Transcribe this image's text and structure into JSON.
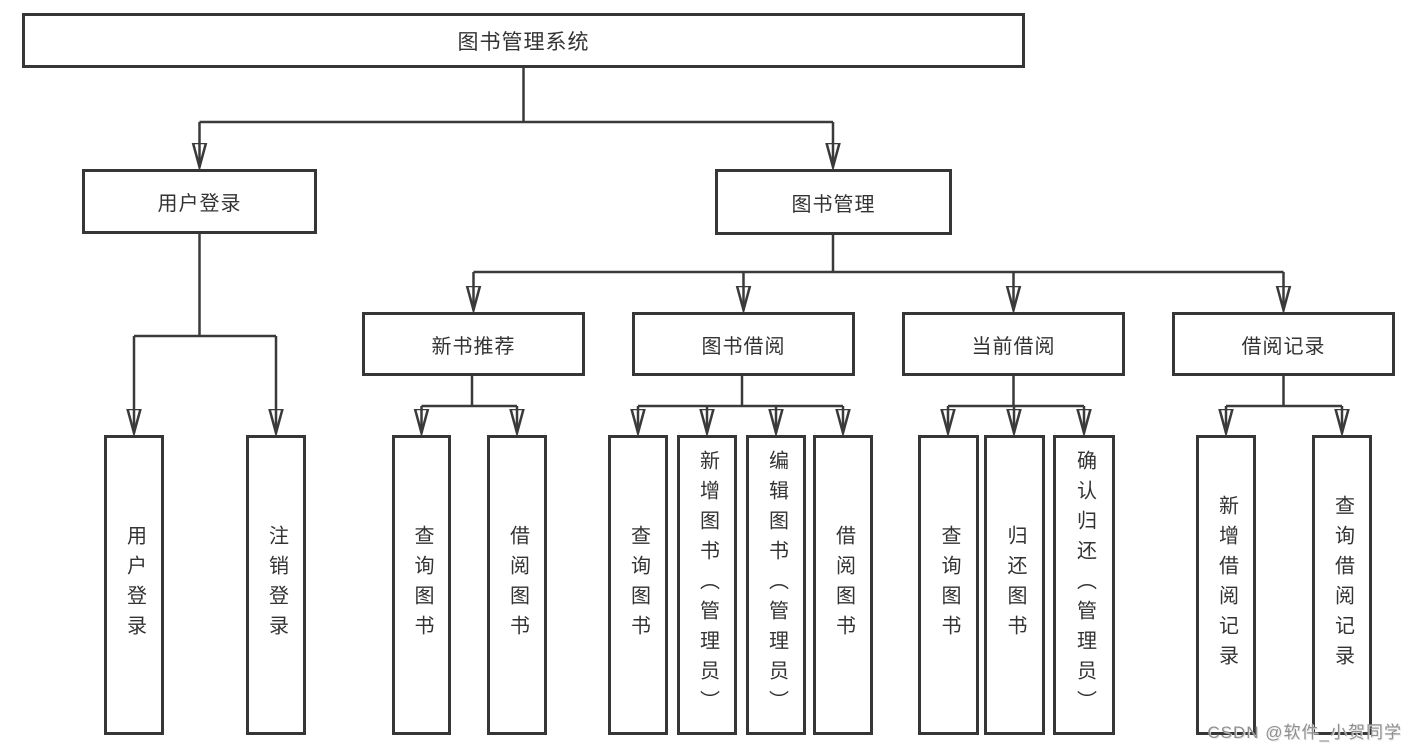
{
  "diagram": {
    "root": {
      "label": "图书管理系统"
    },
    "level2": [
      {
        "label": "用户登录"
      },
      {
        "label": "图书管理"
      }
    ],
    "level3": [
      {
        "label": "新书推荐"
      },
      {
        "label": "图书借阅"
      },
      {
        "label": "当前借阅"
      },
      {
        "label": "借阅记录"
      }
    ],
    "leaves": {
      "user_login": [
        {
          "label": "用户登录"
        },
        {
          "label": "注销登录"
        }
      ],
      "new_book_recommendation": [
        {
          "label": "查询图书"
        },
        {
          "label": "借阅图书"
        }
      ],
      "book_borrowing": [
        {
          "label": "查询图书"
        },
        {
          "label": "新增图书（管理员）"
        },
        {
          "label": "编辑图书（管理员）"
        },
        {
          "label": "借阅图书"
        }
      ],
      "current_borrowing": [
        {
          "label": "查询图书"
        },
        {
          "label": "归还图书"
        },
        {
          "label": "确认归还（管理员）"
        }
      ],
      "borrowing_records": [
        {
          "label": "新增借阅记录"
        },
        {
          "label": "查询借阅记录"
        }
      ]
    }
  },
  "watermark": {
    "text": "CSDN @软件_小贺同学"
  },
  "colors": {
    "background": "#ffffff",
    "line": "#3a3a3a",
    "box_border": "#363636",
    "text": "#333333",
    "watermark_text": "#8f8f8f"
  }
}
